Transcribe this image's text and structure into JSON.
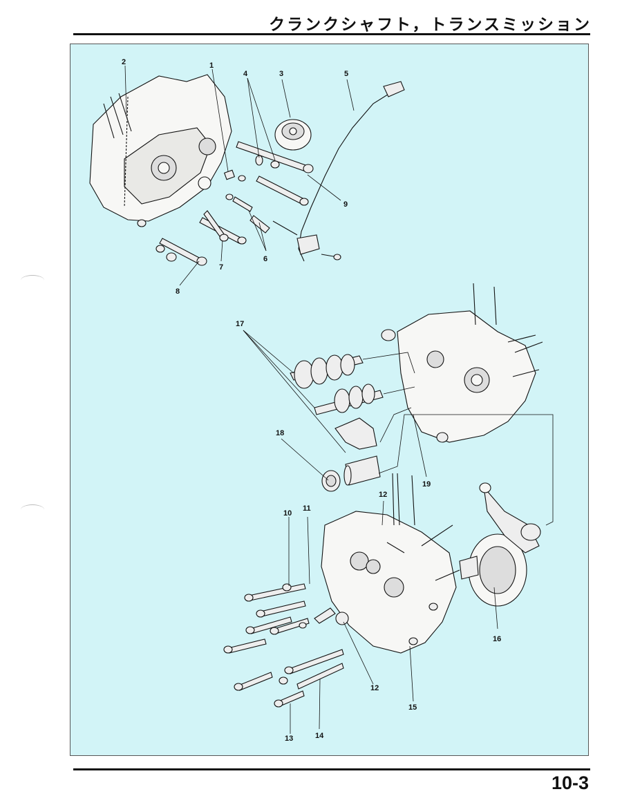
{
  "header": {
    "title": "クランクシャフト，トランスミッション"
  },
  "footer": {
    "page_number": "10-3"
  },
  "diagram": {
    "callouts": [
      "1",
      "2",
      "3",
      "4",
      "5",
      "6",
      "7",
      "8",
      "9",
      "10",
      "11",
      "12",
      "12",
      "13",
      "14",
      "15",
      "16",
      "17",
      "18",
      "19"
    ]
  },
  "colors": {
    "panel": "#d2f4f7",
    "ink": "#111111"
  }
}
